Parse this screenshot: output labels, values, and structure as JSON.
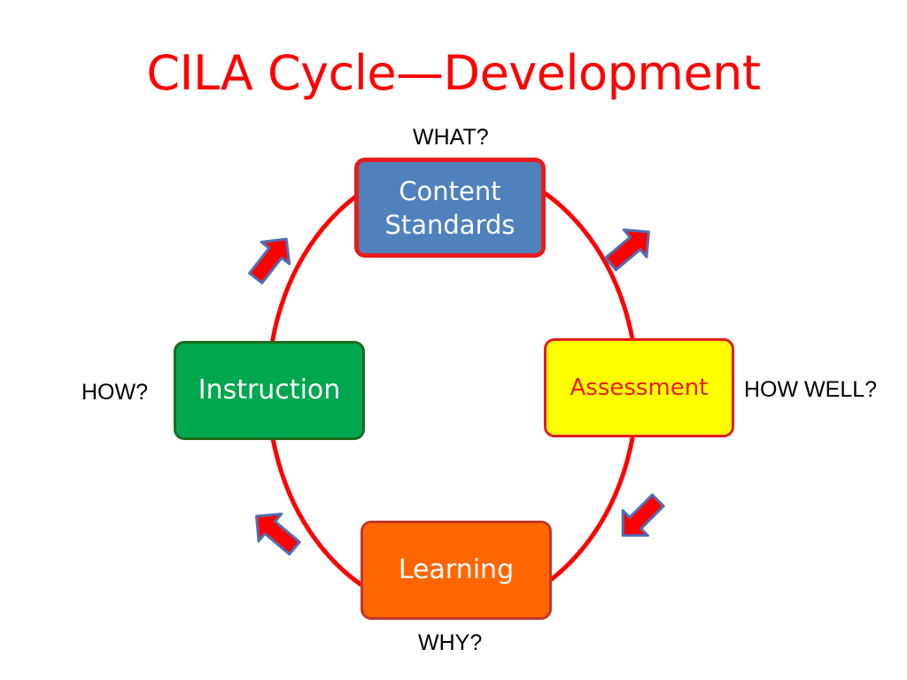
{
  "slide": {
    "title": "CILA Cycle—Development"
  },
  "diagram": {
    "type": "cycle",
    "ring_color": "#ff0000",
    "arrow_fill": "#ff0000",
    "arrow_outline": "#4f6fb5",
    "nodes": [
      {
        "id": "content-standards",
        "label": "Content\nStandards",
        "fill": "#4f81bd",
        "border": "#e81c1c",
        "text_color": "#ffffff",
        "question": "WHAT?"
      },
      {
        "id": "assessment",
        "label": "Assessment",
        "fill": "#ffff00",
        "border": "#e81c1c",
        "text_color": "#e81c1c",
        "question": "HOW WELL?"
      },
      {
        "id": "learning",
        "label": "Learning",
        "fill": "#ff6600",
        "border": "#c0392b",
        "text_color": "#ffffff",
        "question": "WHY?"
      },
      {
        "id": "instruction",
        "label": "Instruction",
        "fill": "#00a650",
        "border": "#1e6b1e",
        "text_color": "#ffffff",
        "question": "HOW?"
      }
    ],
    "flow": [
      {
        "from": "content-standards",
        "to": "assessment"
      },
      {
        "from": "assessment",
        "to": "learning"
      },
      {
        "from": "learning",
        "to": "instruction"
      },
      {
        "from": "instruction",
        "to": "content-standards"
      }
    ]
  }
}
